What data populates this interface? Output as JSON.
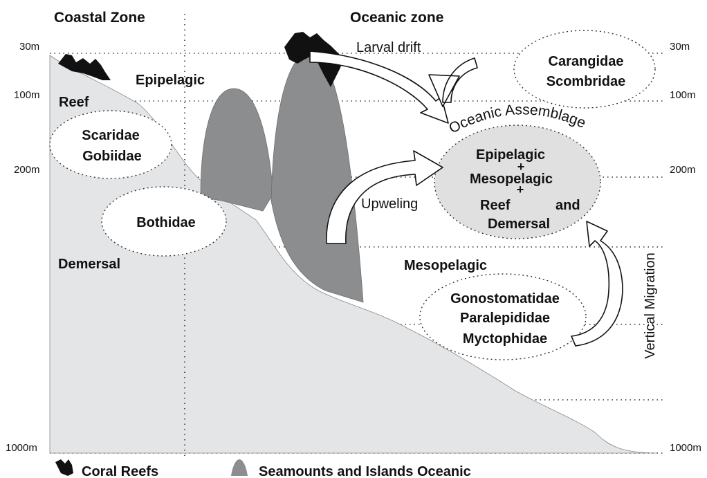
{
  "headers": {
    "coastal_zone": "Coastal Zone",
    "oceanic_zone": "Oceanic zone"
  },
  "depth_labels": {
    "left": [
      "30m",
      "100m",
      "200m",
      "1000m"
    ],
    "right": [
      "30m",
      "100m",
      "200m",
      "1000m"
    ]
  },
  "zones": {
    "epipelagic": "Epipelagic",
    "reef": "Reef",
    "demersal": "Demersal",
    "mesopelagic": "Mesopelagic"
  },
  "families": {
    "reef_group": [
      "Scaridae",
      "Gobiidae"
    ],
    "demersal_group": [
      "Bothidae"
    ],
    "epipelagic_group": [
      "Carangidae",
      "Scombridae"
    ],
    "mesopelagic_group": [
      "Gonostomatidae",
      "Paralepididae",
      "Myctophidae"
    ]
  },
  "processes": {
    "larval_drift": "Larval drift",
    "upweling": "Upweling",
    "vertical_migration": "Vertical Migration"
  },
  "assemblage": {
    "title": "Oceanic Assemblage",
    "line1": "Epipelagic",
    "plus1": "+",
    "line2": "Mesopelagic",
    "plus2": "+",
    "line3a": "Reef",
    "line3b": "and",
    "line4": "Demersal"
  },
  "legend": {
    "coral_reefs": "Coral Reefs",
    "seamounts": "Seamounts and Islands Oceanic"
  },
  "colors": {
    "seabed": "#e3e5e6",
    "seamount": "#8c8d8e",
    "coral": "#111111",
    "assemblage_fill": "#e0e0e0"
  }
}
